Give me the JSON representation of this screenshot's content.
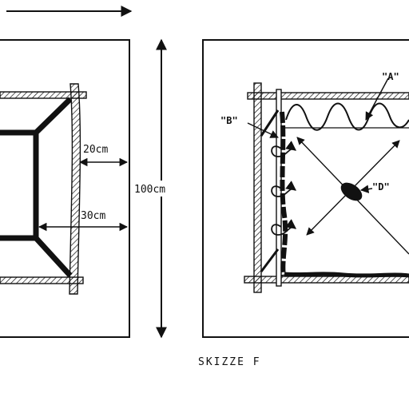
{
  "dimensions": {
    "gap_small": "20cm",
    "gap_large": "30cm",
    "height": "100cm"
  },
  "callouts": {
    "a": "\"A\"",
    "b": "\"B\"",
    "d": "\"D\""
  },
  "caption": "SKIZZE F",
  "colors": {
    "ink": "#111111",
    "paper": "#ffffff"
  }
}
